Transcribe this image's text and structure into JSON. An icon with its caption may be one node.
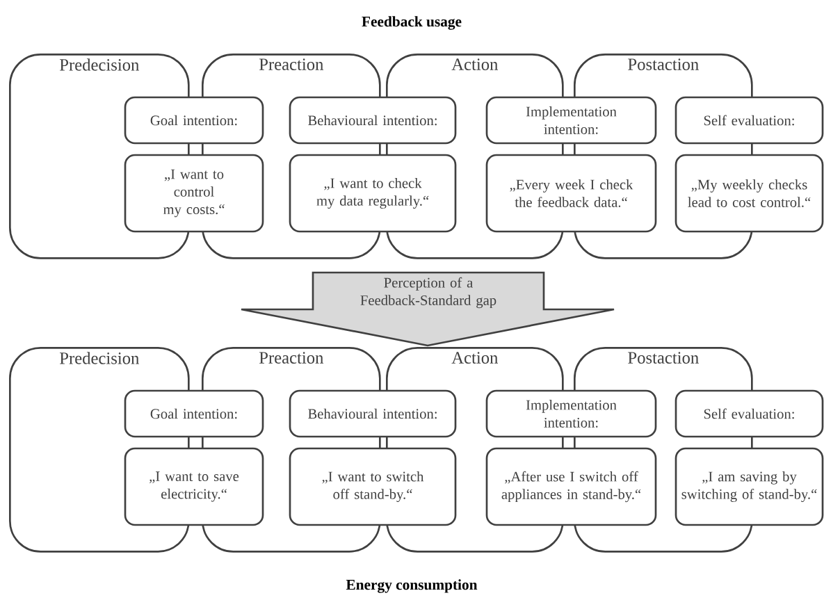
{
  "diagram": {
    "title": "Feedback usage",
    "caption": "Energy consumption",
    "nodes": [
      {
        "text": [
          "Predecision"
        ]
      },
      {
        "text": [
          "Preaction"
        ]
      },
      {
        "text": [
          "Action"
        ]
      },
      {
        "text": [
          "Postaction"
        ]
      },
      {
        "text": [
          "Goal intention:"
        ]
      },
      {
        "text": [
          "Behavioural intention:"
        ]
      },
      {
        "text": [
          "Implementation intention:"
        ]
      },
      {
        "text": [
          "Self evaluation:"
        ]
      },
      {
        "text": [
          "„I want to control my costs.“"
        ]
      },
      {
        "text": [
          "„I want to check my data regularly.“"
        ]
      },
      {
        "text": [
          "„Every week I check the feedback data.“"
        ]
      },
      {
        "text": [
          "„My weekly checks lead to cost control.“"
        ]
      },
      {
        "text": [
          "Perception of a Feedback-Standard gap"
        ]
      },
      {
        "text": [
          "Predecision"
        ]
      },
      {
        "text": [
          "Preaction"
        ]
      },
      {
        "text": [
          "Action"
        ]
      },
      {
        "text": [
          "Postaction"
        ]
      },
      {
        "text": [
          "Goal intention:"
        ]
      },
      {
        "text": [
          "Behavioural intention:"
        ]
      },
      {
        "text": [
          "Implementation intention:"
        ]
      },
      {
        "text": [
          "Self evaluation:"
        ]
      },
      {
        "text": [
          "„I want to save electricity.“"
        ]
      },
      {
        "text": [
          "„I want to switch off stand-by.“"
        ]
      },
      {
        "text": [
          "„After use I switch off appliances in stand-by.“"
        ]
      },
      {
        "text": [
          "„I am saving by switching of stand-by.“"
        ]
      }
    ]
  }
}
